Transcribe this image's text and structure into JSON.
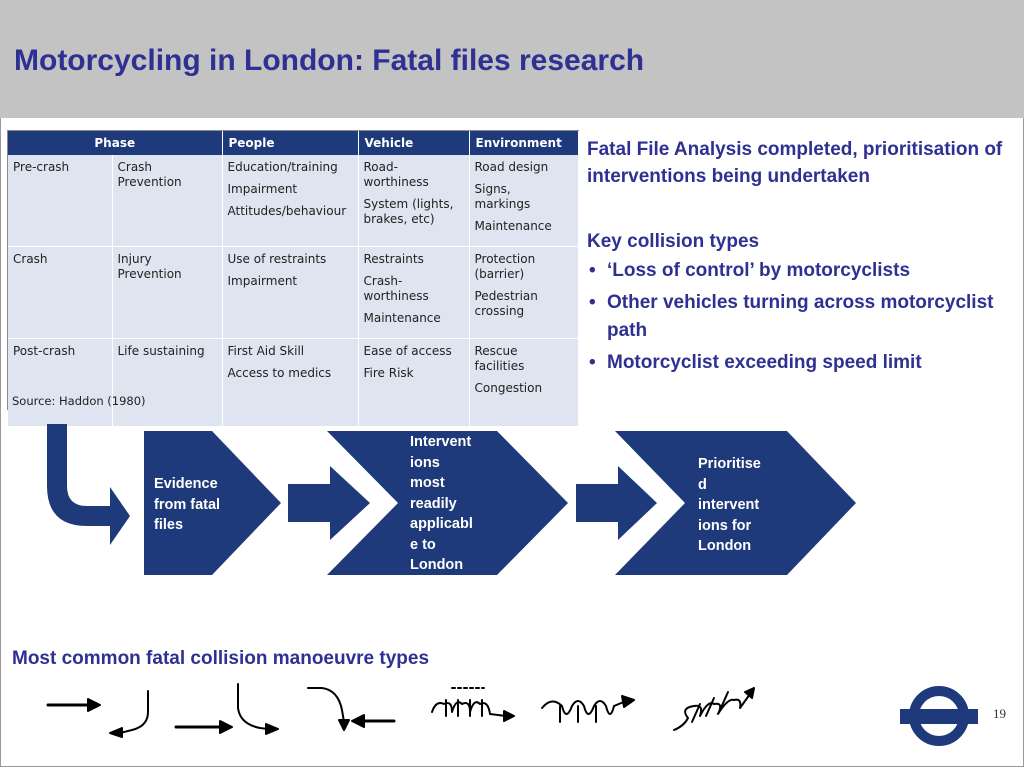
{
  "slide": {
    "title": "Motorcycling in London: Fatal files research",
    "page_number": "19"
  },
  "table": {
    "headers": [
      "Phase",
      "People",
      "Vehicle",
      "Environment"
    ],
    "rows": [
      {
        "phase": "Pre-crash",
        "sub": [
          "Crash",
          "Prevention"
        ],
        "people": [
          "Education/training",
          "Impairment",
          "Attitudes/behaviour"
        ],
        "vehicle": [
          "Road-\nworthiness",
          "System (lights,\nbrakes, etc)"
        ],
        "environment": [
          "Road design",
          "Signs,\nmarkings",
          "Maintenance"
        ]
      },
      {
        "phase": "Crash",
        "sub": [
          "Injury",
          "Prevention"
        ],
        "people": [
          "Use of restraints",
          "Impairment"
        ],
        "vehicle": [
          "Restraints",
          "Crash-\nworthiness",
          "Maintenance"
        ],
        "environment": [
          "Protection\n(barrier)",
          "Pedestrian\ncrossing"
        ]
      },
      {
        "phase": "Post-crash",
        "sub": [
          "Life sustaining"
        ],
        "people": [
          "First Aid Skill",
          "Access to medics"
        ],
        "vehicle": [
          "Ease of access",
          "Fire Risk"
        ],
        "environment": [
          "Rescue\nfacilities",
          "Congestion"
        ]
      }
    ],
    "source": "Source: Haddon (1980)"
  },
  "right_text": {
    "para1": "Fatal File Analysis completed, prioritisation of interventions being undertaken",
    "heading": "Key collision types",
    "bullet_symbol": "•",
    "bullets": [
      "‘Loss of control’ by motorcyclists",
      "Other vehicles turning across motorcyclist path",
      "Motorcyclist exceeding speed limit"
    ]
  },
  "flow": {
    "steps": [
      "Evidence\nfrom fatal\nfiles",
      "Intervent\nions\nmost\nreadily\napplicabl\ne  to\nLondon",
      "Prioritise\nd\nintervent\nions for\nLondon"
    ],
    "color": "#1f3a7a"
  },
  "bottom": {
    "heading": "Most common fatal collision manoeuvre types",
    "manoeuvres": [
      "rear-end-collision-icon",
      "left-turn-collision-icon",
      "right-turn-collision-icon",
      "loss-of-control-icon",
      "overtaking-loss-of-control-icon",
      "bend-loss-of-control-icon"
    ]
  },
  "colors": {
    "title": "#2e3192",
    "header_bg": "#c3c3c3",
    "table_header": "#1f3a7a",
    "table_cell": "#dee4f0",
    "logo": "#1f3a7a"
  }
}
